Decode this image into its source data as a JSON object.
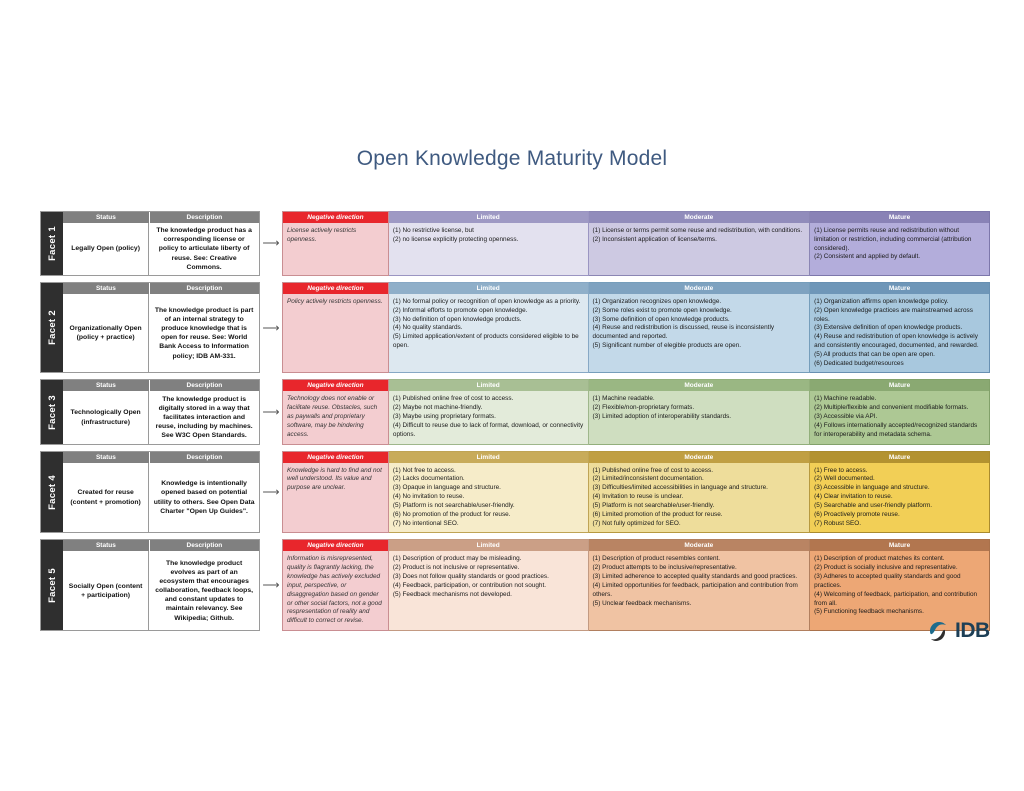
{
  "title": "Open Knowledge Maturity Model",
  "left_headers": {
    "status": "Status",
    "description": "Description"
  },
  "level_headers": {
    "negative": "Negative direction",
    "limited": "Limited",
    "moderate": "Moderate",
    "mature": "Mature"
  },
  "logo": {
    "text": "IDB",
    "icon": "idb-globe-icon"
  },
  "facets": [
    {
      "tab": "Facet 1",
      "status": "Legally Open (policy)",
      "description": "The knowledge product has a corresponding license or policy to articulate liberty of reuse. See: Creative Commons.",
      "negative": "License actively restricts openness.",
      "limited": "(1) No restrictive license, but\n(2) no license explicitly protecting openness.",
      "moderate": "(1) License or terms permit some reuse and redistribution, with conditions.\n(2) Inconsistent application of license/terms.",
      "mature": "(1) License permits reuse and redistribution without limitation or restriction, including commercial (attribution considered).\n(2) Consistent and applied by default."
    },
    {
      "tab": "Facet 2",
      "status": "Organizationally Open (policy + practice)",
      "description": "The knowledge product is part of an internal strategy to produce knowledge that is open for reuse. See: World Bank Access to Information policy; IDB AM-331.",
      "negative": "Policy actively restricts openness.",
      "limited": "(1) No formal policy or recognition of open knowledge as a priority.\n(2) Informal efforts to promote open knowledge.\n(3) No definition of open knowledge products.\n(4) No quality standards.\n(5) Limited application/extent of products considered eligible to be open.",
      "moderate": "(1) Organization recognizes open knowledge.\n(2) Some roles exist to promote open knowledge.\n(3) Some definition of open knowledge products.\n(4) Reuse and redistribution is discussed, reuse is inconsistently documented and reported.\n(5) Significant number of elegible products are open.",
      "mature": "(1) Organization affirms open knowledge policy.\n(2) Open knowledge practices are mainstreamed across roles.\n(3) Extensive definition of open knowledge products.\n(4) Reuse and redistribution of open knowledge is actively and consistently encouraged, documented, and rewarded.\n(5) All products that can be open are open.\n(6) Dedicated budget/resources"
    },
    {
      "tab": "Facet 3",
      "status": "Technologically Open (infrastructure)",
      "description": "The knowledge product is digitally stored in a way that facilitates interaction and reuse, including by machines. See W3C Open Standards.",
      "negative": "Technology does not enable or facilitate reuse. Obstacles, such as paywalls and proprietary software, may be hindering access.",
      "limited": "(1) Published online free of cost to access.\n(2) Maybe not machine-friendly.\n(3) Maybe using proprietary formats.\n(4) Difficult to reuse due to lack of format, download, or connectivity options.",
      "moderate": "(1) Machine readable.\n(2) Flexible/non-proprietary formats.\n(3) Limited adoption of interoperability standards.",
      "mature": "(1) Machine readable.\n(2) Multiple/flexible and convenient modifiable formats.\n(3) Accessible via API.\n(4) Follows internationally accepted/recognized standards for interoperability and metadata schema."
    },
    {
      "tab": "Facet 4",
      "status": "Created for reuse (content + promotion)",
      "description": "Knowledge is intentionally opened based on potential utility to others. See Open Data Charter \"Open Up Guides\".",
      "negative": "Knowledge is hard to find and not well understood. Its value and purpose are unclear.",
      "limited": "(1) Not free to access.\n(2) Lacks documentation.\n(3) Opaque in language and structure.\n(4) No invitation to reuse.\n(5) Platform is not searchable/user-friendly.\n(6) No promotion of the product for reuse.\n(7) No intentional SEO.",
      "moderate": "(1) Published online free of cost to access.\n(2) Limited/inconsistent documentation.\n(3) Difficulties/limited accessibilities in language and structure.\n(4) Invitation to reuse is unclear.\n(5) Platform is not searchable/user-friendly.\n(6) Limited promotion of the product for reuse.\n(7) Not fully optimized for SEO.",
      "mature": "(1) Free to access.\n(2) Well documented.\n(3) Accessible in language and structure.\n(4) Clear invitation to reuse.\n(5) Searchable and user-friendly platform.\n(6) Proactively promote reuse.\n(7) Robust SEO."
    },
    {
      "tab": "Facet 5",
      "status": "Socially Open (content + participation)",
      "description": "The knowledge product evolves as part of an ecosystem that encourages collaboration, feedback loops, and constant updates to maintain relevancy. See Wikipedia; Github.",
      "negative": "Information is misrepresented, quality is flagrantly lacking, the knowledge has actively excluded input, perspective, or disaggregation based on gender or other social factors, not a good respresentation of reality and difficult to correct or revise.",
      "limited": "(1) Description of product may be misleading.\n(2) Product is not inclusive or representative.\n(3) Does not follow quality standards or good practices.\n(4) Feedback, participation, or contribution not sought.\n(5) Feedback mechanisms not developed.",
      "moderate": "(1) Description of product resembles content.\n(2) Product attempts to be inclusive/representative.\n(3) Limited adherence to accepted quality standards and good practices.\n(4) Limited opportunities for feedback, participation and contribution from others.\n(5) Unclear feedback mechanisms.",
      "mature": "(1) Description of product matches its content.\n(2) Product is socially inclusive and representative.\n(3) Adheres to accepted quality standards and good practices.\n(4) Welcoming of feedback, participation, and contribution from all.\n(5) Functioning feedback mechanisms."
    }
  ]
}
